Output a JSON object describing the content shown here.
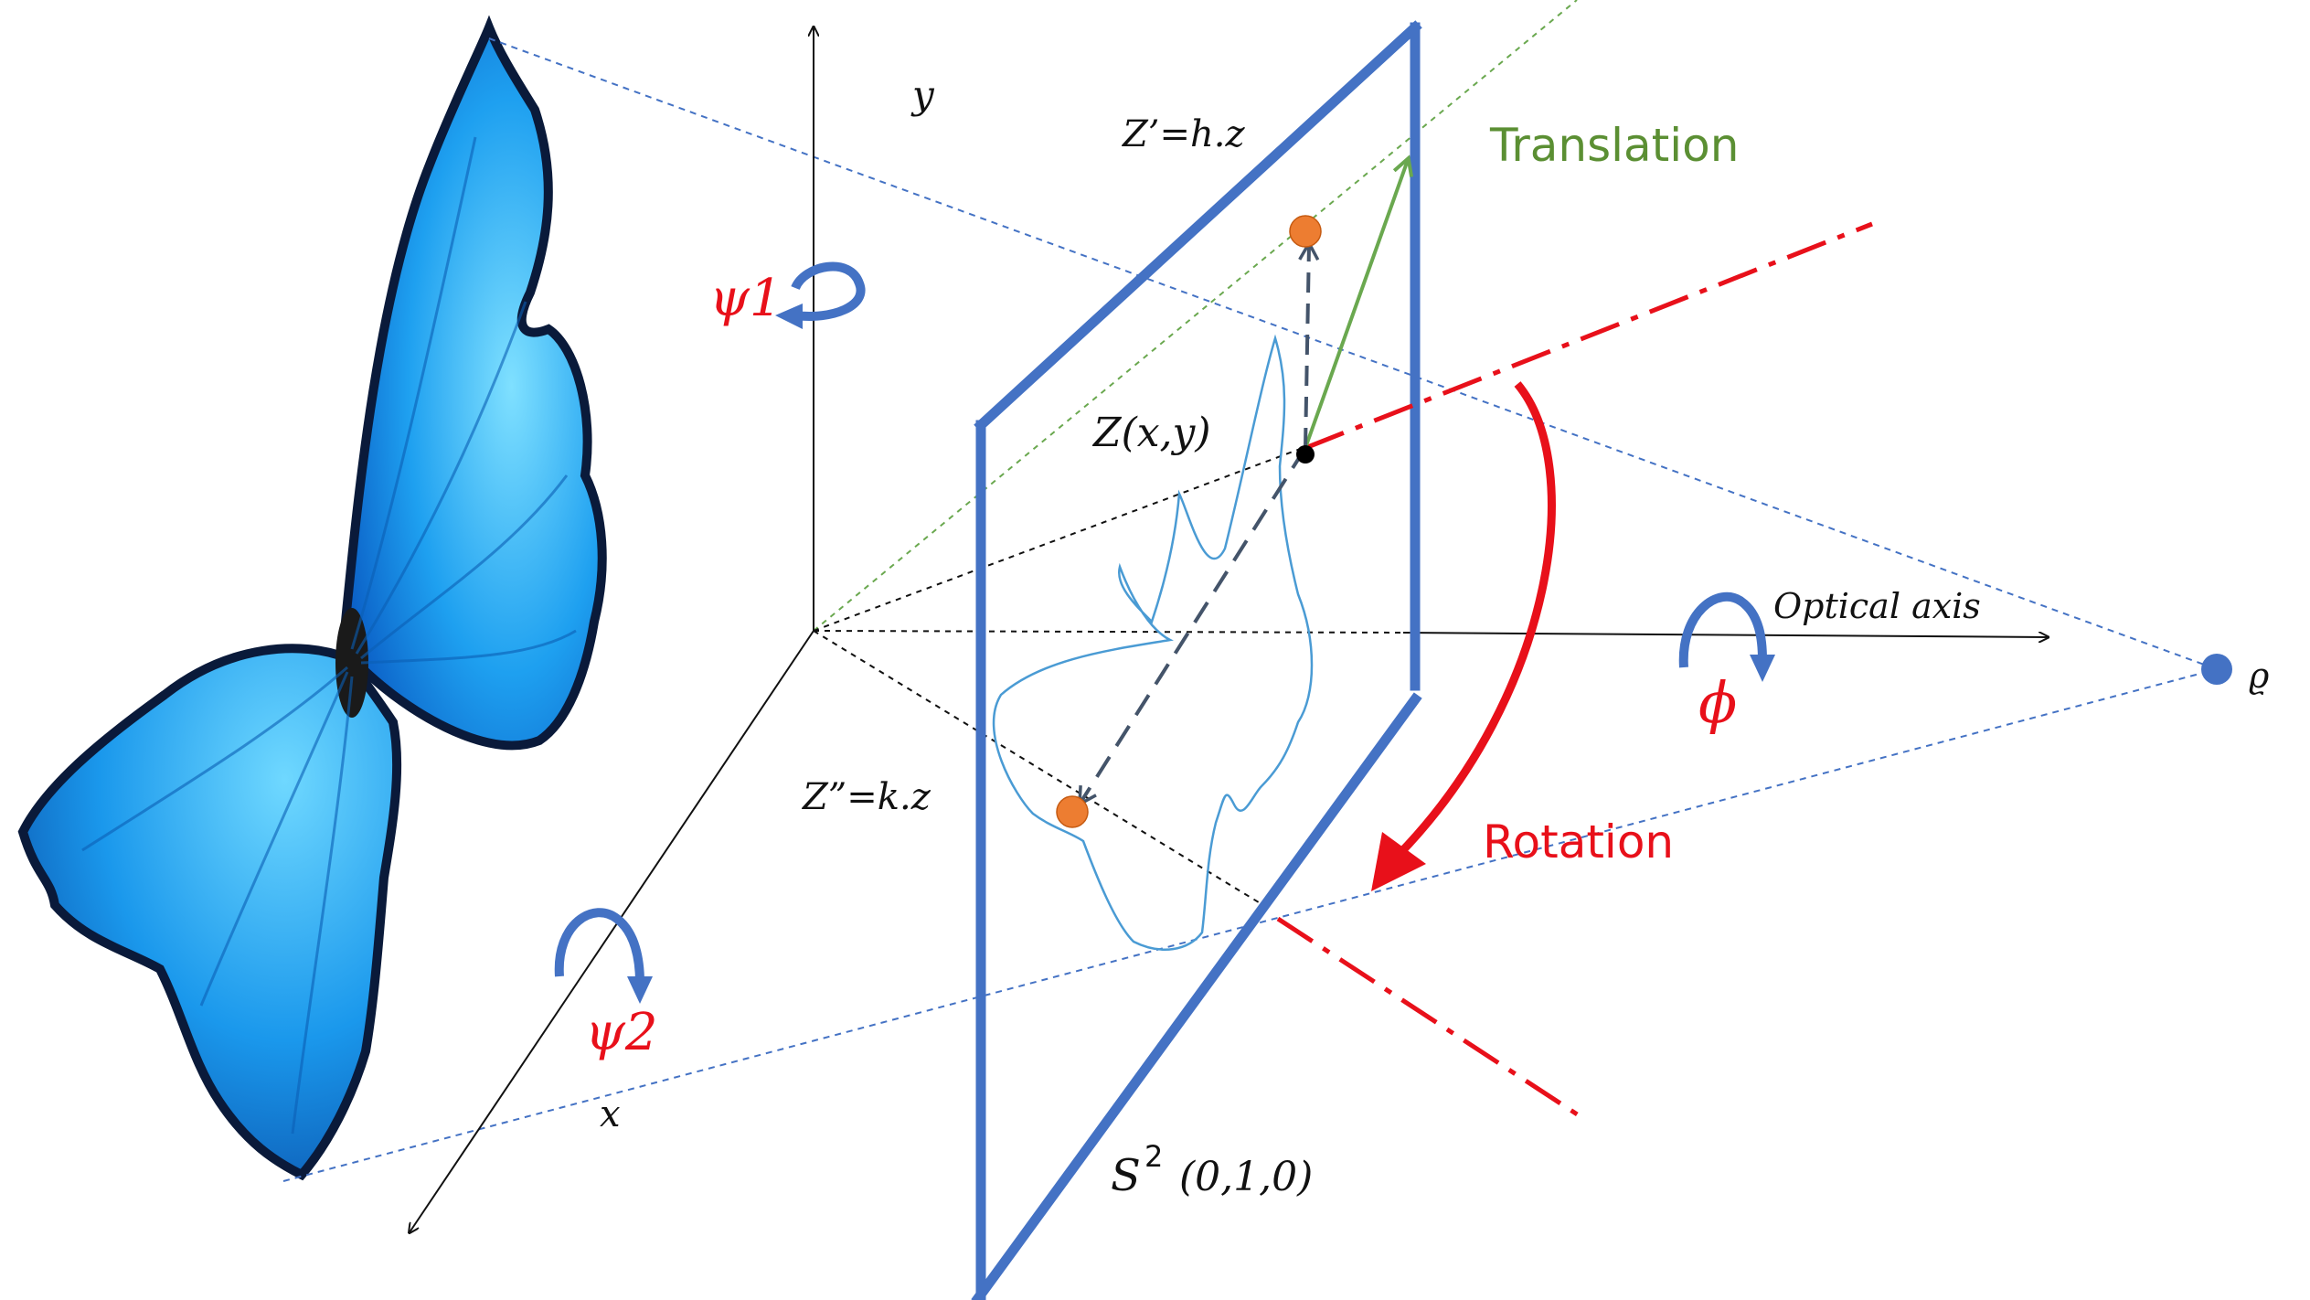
{
  "labels": {
    "y_axis": "y",
    "x_axis": "x",
    "z_prime": "Z’=h.z",
    "z_double_prime": "Z”=k.z",
    "z_xy": "Z(x,y)",
    "optical_axis": "Optical axis",
    "psi1": "ψ1",
    "psi2": "ψ2",
    "phi": "ϕ",
    "rho": "ϱ",
    "translation": "Translation",
    "rotation": "Rotation",
    "s2_base": "S",
    "s2_exp": "2",
    "s2_coord": "(0,1,0)"
  },
  "colors": {
    "plane": "#4472c4",
    "butterfly_blue": "#1ea0f0",
    "butterfly_dark": "#0b3a8a",
    "red": "#e8101a",
    "green": "#6aa84f",
    "orange": "#ed7d31",
    "dash_blue": "#4472c4",
    "navy": "#44546a"
  }
}
